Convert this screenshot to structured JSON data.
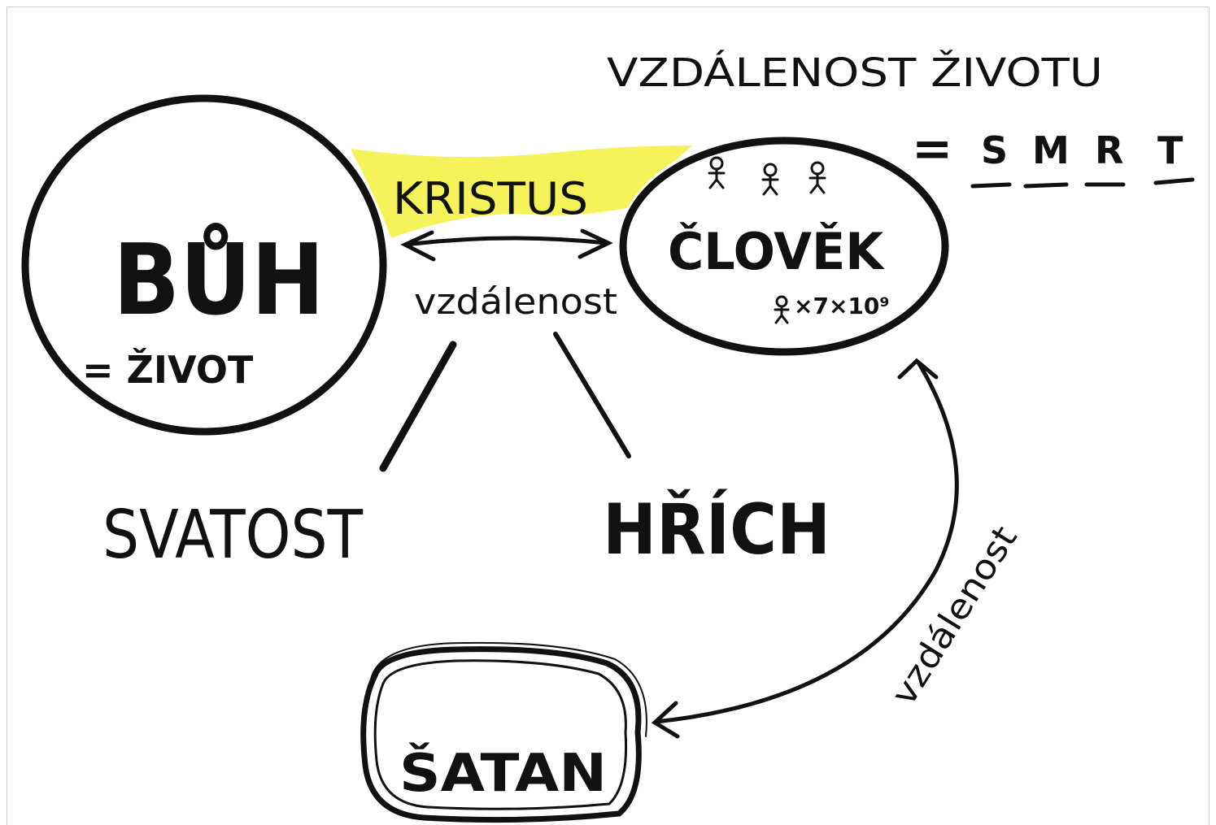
{
  "diagram": {
    "god": {
      "title": "BŮH",
      "subtitle": "= ŽIVOT"
    },
    "bridge": {
      "label": "KRISTUS",
      "highlight_color": "#f6f25a"
    },
    "man": {
      "title": "ČLOVĚK",
      "count": "×7×10⁹"
    },
    "distance_center": "vzdálenost",
    "distance_side": "vzdálenost",
    "holiness": "SVATOST",
    "sin": "HŘÍCH",
    "satan": "ŠATAN",
    "distance_from_life": {
      "line1": "VZDÁLENOST ŽIVOTU",
      "equals": "=",
      "letters": [
        "S",
        "M",
        "R",
        "T"
      ]
    }
  },
  "colors": {
    "ink": "#111111",
    "highlight": "#f6f25a",
    "paper": "#ffffff"
  }
}
